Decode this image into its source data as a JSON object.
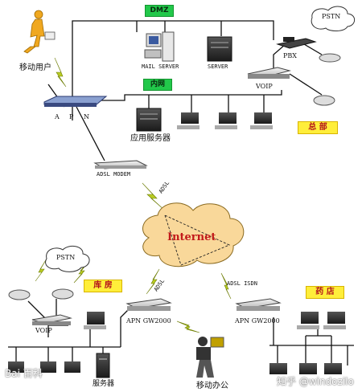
{
  "labels": {
    "dmz": "DMZ",
    "mail_server": "MAIL SERVER",
    "server": "SERVER",
    "intranet": "内网",
    "mobile_user": "移动用户",
    "apn_a": "A",
    "apn_p": "P",
    "apn_n": "N",
    "app_servers": "应用服务器",
    "headquarters": "总 部",
    "voip_top": "VOIP",
    "pbx": "PBX",
    "pstn_top": "PSTN",
    "adsl_modem": "ADSL MODEM",
    "adsl_top": "ADSL",
    "internet": "Internet",
    "adsl_left": "ADSL",
    "adsl_isdn": "ADSL ISDN",
    "pstn_left": "PSTN",
    "warehouse": "库 房",
    "voip_left": "VOIP",
    "gw_left": "APN GW2000",
    "gw_right": "APN GW2000",
    "pharmacy": "药 店",
    "servers_bottom": "服务器",
    "mobile_office": "移动办公",
    "watermark_left": "Bai 百科",
    "watermark_right": "知乎 @windozilo"
  },
  "colors": {
    "green_tag": "#22c84a",
    "yellow_tag": "#ffee3a",
    "tag_text": "#b3131b",
    "cloud_fill": "#f9d89a",
    "link_lightning": "#b9cc22"
  }
}
